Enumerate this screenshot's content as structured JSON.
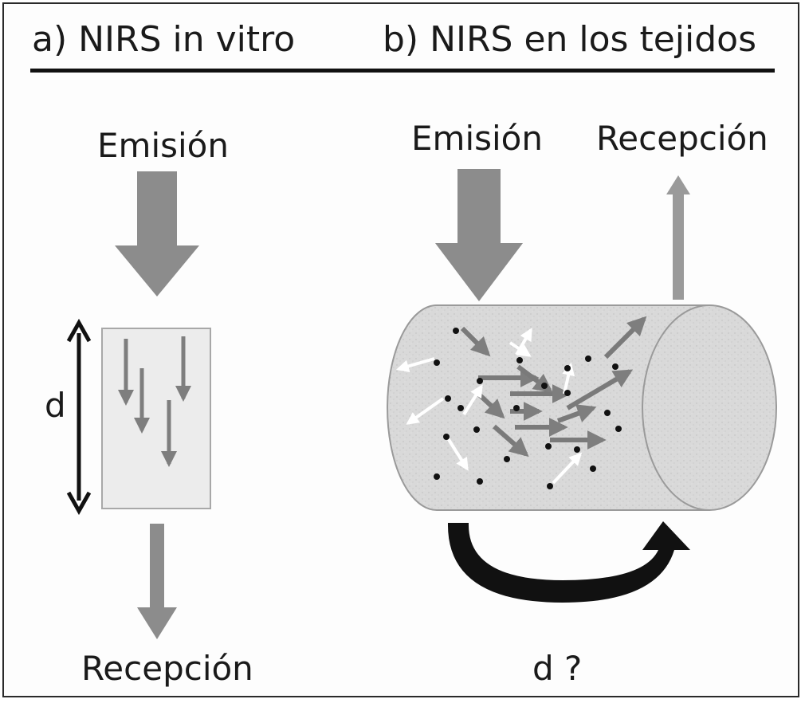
{
  "panel_a": {
    "title": "a)  NIRS in vitro",
    "emission": "Emisión",
    "reception": "Recepción",
    "distance": "d"
  },
  "panel_b": {
    "title": "b)  NIRS en los tejidos",
    "emission": "Emisión",
    "reception": "Recepción",
    "distance": "d ?"
  },
  "colors": {
    "arrow_gray": "#8a8a8a",
    "box_fill": "#ececec",
    "cylinder_fill": "#d8d8d8",
    "scatter_white": "#ffffff",
    "dot": "#111111"
  }
}
